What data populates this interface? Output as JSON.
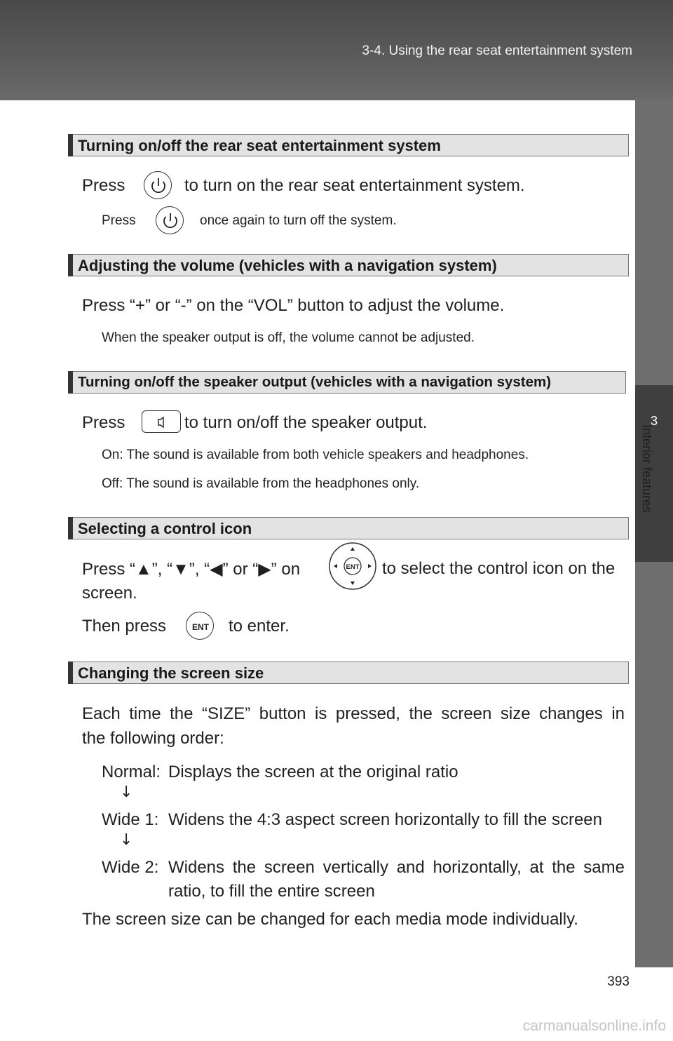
{
  "header": {
    "section_title": "3-4. Using the rear seat entertainment system"
  },
  "side_tab": {
    "chapter_number": "3",
    "chapter_label": "Interior features"
  },
  "sections": [
    {
      "heading": "Turning on/off the rear seat entertainment system",
      "main_pre": "Press",
      "main_post": "to turn on the rear seat entertainment system.",
      "note_pre": "Press",
      "note_post": "once again to turn off the system."
    },
    {
      "heading": "Adjusting the volume (vehicles with a navigation system)",
      "main": "Press “+” or “-” on the “VOL” button to adjust the volume.",
      "note": "When the speaker output is off, the volume cannot be adjusted."
    },
    {
      "heading": "Turning on/off the speaker output (vehicles with a navigation system)",
      "main_pre": "Press",
      "main_post": "to turn on/off the speaker output.",
      "note_on": "On: The sound is available from both vehicle speakers and headphones.",
      "note_off": "Off: The sound is available from the headphones only."
    },
    {
      "heading": "Selecting a control icon",
      "main_pre": "Press “▲”, “▼”, “◀” or “▶” on",
      "main_post": "to select the control icon on the",
      "main_cont": "screen.",
      "enter_pre": "Then press",
      "enter_post": "to enter."
    },
    {
      "heading": "Changing the screen size",
      "intro_line1": "Each time the “SIZE” button is pressed, the screen size changes in",
      "intro_line2": "the following order:",
      "modes": [
        {
          "name": "Normal:",
          "desc": "Displays the screen at the original ratio"
        },
        {
          "name": "Wide 1:",
          "desc": "Widens the 4:3 aspect screen horizontally to fill the screen"
        },
        {
          "name": "Wide 2:",
          "desc": "Widens the screen vertically and horizontally, at the same",
          "desc2": "ratio, to fill the entire screen"
        }
      ],
      "arrow": "↓",
      "footer": "The screen size can be changed for each media mode individually."
    }
  ],
  "page_number": "393",
  "watermark": "carmanualsonline.info",
  "button_labels": {
    "enter": "ENT"
  }
}
